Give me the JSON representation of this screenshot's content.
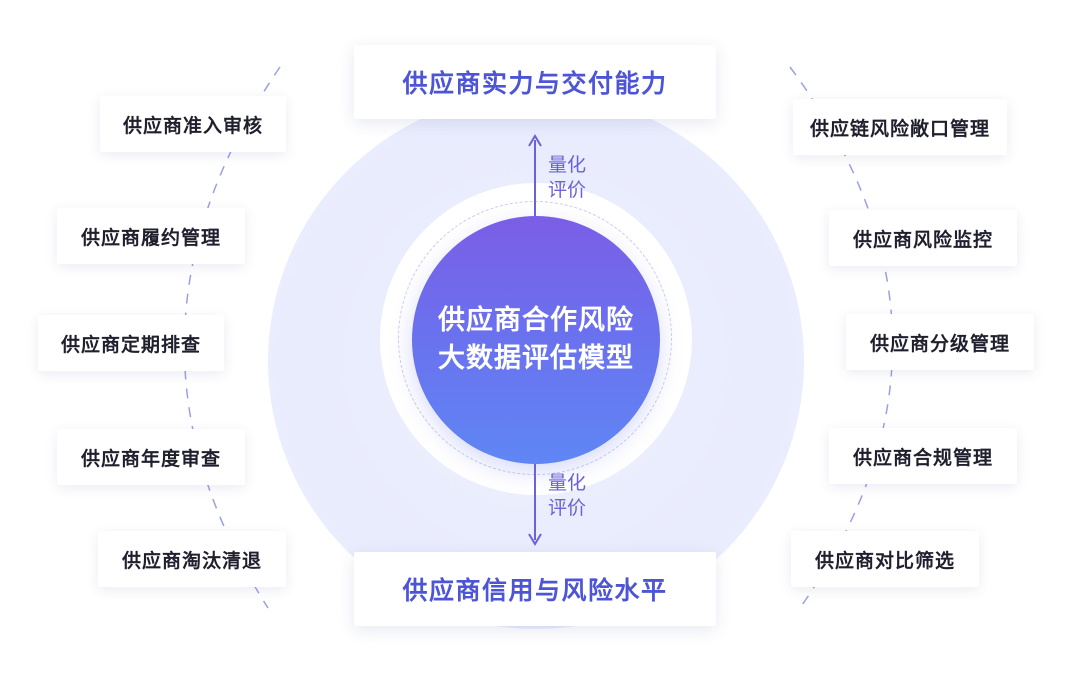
{
  "center": {
    "line1": "供应商合作风险",
    "line2": "大数据评估模型"
  },
  "top_card": "供应商实力与交付能力",
  "bottom_card": "供应商信用与风险水平",
  "eval_top": {
    "line1": "量化",
    "line2": "评价"
  },
  "eval_bottom": {
    "line1": "量化",
    "line2": "评价"
  },
  "left_items": [
    "供应商准入审核",
    "供应商履约管理",
    "供应商定期排查",
    "供应商年度审查",
    "供应商淘汰清退"
  ],
  "right_items": [
    "供应链风险敞口管理",
    "供应商风险监控",
    "供应商分级管理",
    "供应商合规管理",
    "供应商对比筛选"
  ],
  "colors": {
    "accent": "#4d55d6",
    "core_top": "#7b5ee6",
    "core_bottom": "#5f86f4",
    "ring": "#e9ecfd",
    "arrow": "#6a62d9"
  }
}
